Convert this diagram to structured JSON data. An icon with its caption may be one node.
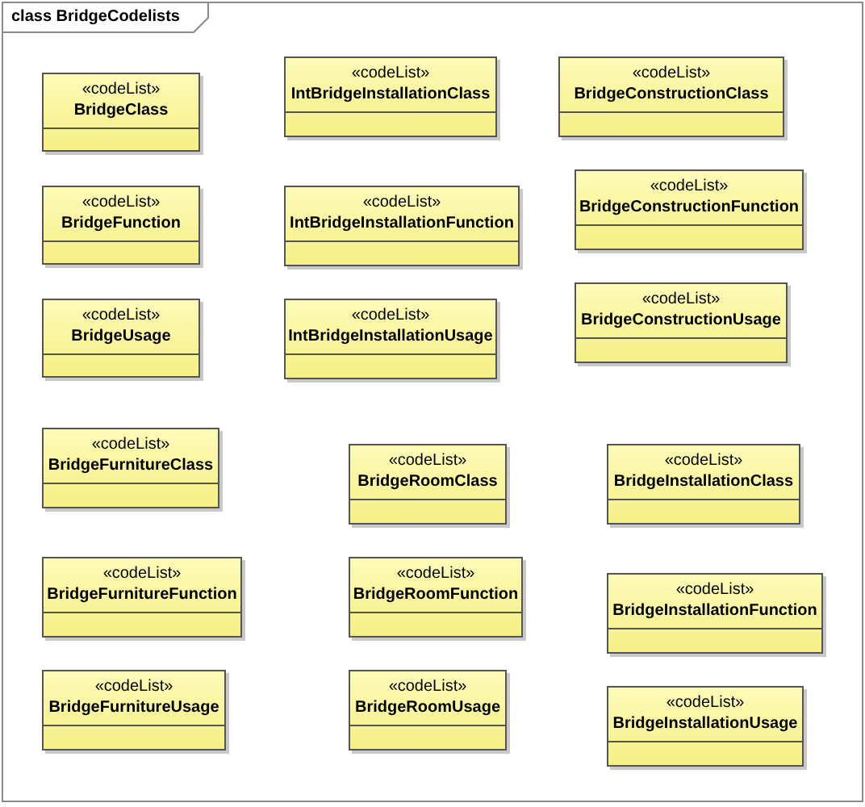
{
  "diagram": {
    "nodes": [
      {
        "text": [
          "class BridgeCodelists"
        ]
      },
      {
        "text": [
          "«codeList»",
          "BridgeClass"
        ],
        "in": 0
      },
      {
        "text": [
          "«codeList»",
          "IntBridgeInstallationClass"
        ],
        "in": 0
      },
      {
        "text": [
          "«codeList»",
          "BridgeConstructionClass"
        ],
        "in": 0
      },
      {
        "text": [
          "«codeList»",
          "BridgeFunction"
        ],
        "in": 0
      },
      {
        "text": [
          "«codeList»",
          "IntBridgeInstallationFunction"
        ],
        "in": 0
      },
      {
        "text": [
          "«codeList»",
          "BridgeConstructionFunction"
        ],
        "in": 0
      },
      {
        "text": [
          "«codeList»",
          "BridgeUsage"
        ],
        "in": 0
      },
      {
        "text": [
          "«codeList»",
          "IntBridgeInstallationUsage"
        ],
        "in": 0
      },
      {
        "text": [
          "«codeList»",
          "BridgeConstructionUsage"
        ],
        "in": 0
      },
      {
        "text": [
          "«codeList»",
          "BridgeFurnitureClass"
        ],
        "in": 0
      },
      {
        "text": [
          "«codeList»",
          "BridgeRoomClass"
        ],
        "in": 0
      },
      {
        "text": [
          "«codeList»",
          "BridgeInstallationClass"
        ],
        "in": 0
      },
      {
        "text": [
          "«codeList»",
          "BridgeFurnitureFunction"
        ],
        "in": 0
      },
      {
        "text": [
          "«codeList»",
          "BridgeRoomFunction"
        ],
        "in": 0
      },
      {
        "text": [
          "«codeList»",
          "BridgeInstallationFunction"
        ],
        "in": 0
      },
      {
        "text": [
          "«codeList»",
          "BridgeFurnitureUsage"
        ],
        "in": 0
      },
      {
        "text": [
          "«codeList»",
          "BridgeRoomUsage"
        ],
        "in": 0
      },
      {
        "text": [
          "«codeList»",
          "BridgeInstallationUsage"
        ],
        "in": 0
      }
    ]
  }
}
